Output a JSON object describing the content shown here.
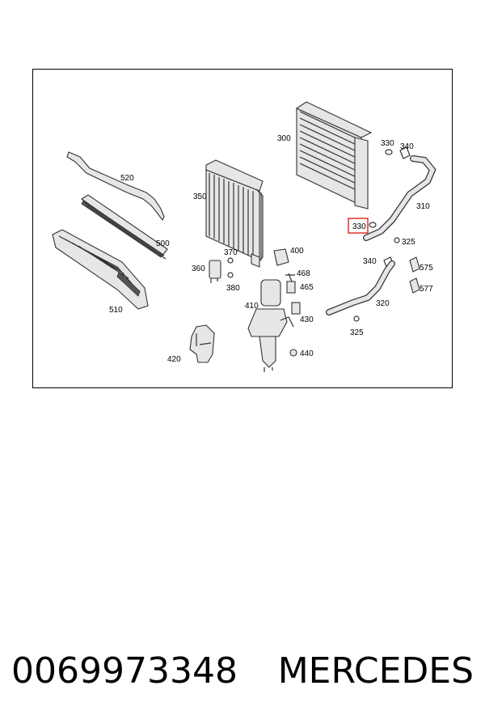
{
  "diagram": {
    "labels": {
      "l300": "300",
      "l310": "310",
      "l320": "320",
      "l325a": "325",
      "l325b": "325",
      "l330a": "330",
      "l330b": "330",
      "l340a": "340",
      "l340b": "340",
      "l350": "350",
      "l360": "360",
      "l370": "370",
      "l380": "380",
      "l400": "400",
      "l410": "410",
      "l420": "420",
      "l430": "430",
      "l440": "440",
      "l465": "465",
      "l468": "468",
      "l500": "500",
      "l510": "510",
      "l520": "520",
      "l575": "575",
      "l577": "577"
    },
    "highlight_label": "330",
    "highlight_color": "#e0302a"
  },
  "caption": {
    "part_number": "0069973348",
    "brand": "MERCEDES"
  }
}
